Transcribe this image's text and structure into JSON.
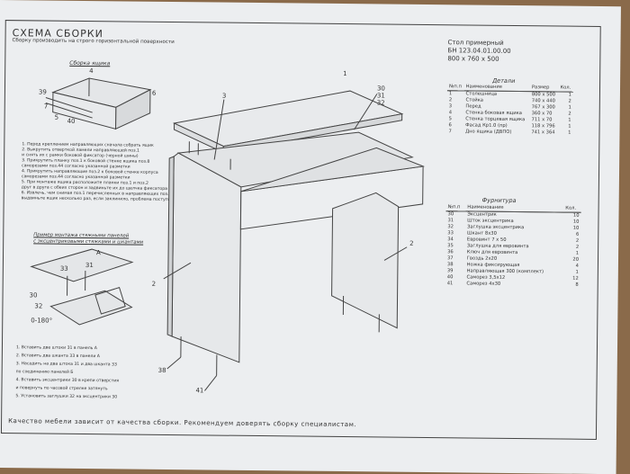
{
  "header": {
    "title": "СХЕМА СБОРКИ",
    "subtitle": "Сборку производить на строго горизонтальной поверхности",
    "product_name": "Стол примерный",
    "product_code": "БН 123.04.01.00.00",
    "product_size": "800 х 760 х 500"
  },
  "parts": {
    "caption": "Детали",
    "columns": [
      "№п.п",
      "Наименование",
      "Размер",
      "Кол."
    ],
    "rows": [
      [
        "1",
        "Столешница",
        "800 х 500",
        "1"
      ],
      [
        "2",
        "Стойка",
        "740 х 440",
        "2"
      ],
      [
        "3",
        "Перед",
        "767 х 300",
        "1"
      ],
      [
        "4",
        "Стенка боковая ящика",
        "360 х 70",
        "2"
      ],
      [
        "5",
        "Стенка торцевая ящика",
        "711 х 70",
        "1"
      ],
      [
        "6",
        "Фасад Кр1.0 (пр)",
        "118 х 796",
        "1"
      ],
      [
        "7",
        "Дно ящика (ДВПО)",
        "741 х 364",
        "1"
      ]
    ]
  },
  "fittings": {
    "caption": "Фурнитура",
    "columns": [
      "№п.п",
      "Наименование",
      "Кол."
    ],
    "rows": [
      [
        "30",
        "Эксцентрик",
        "10"
      ],
      [
        "31",
        "Шток эксцентрика",
        "10"
      ],
      [
        "32",
        "Заглушка эксцентрика",
        "10"
      ],
      [
        "33",
        "Шкант 8х30",
        "6"
      ],
      [
        "34",
        "Евровинт 7 х 50",
        "2"
      ],
      [
        "35",
        "Заглушка для евровинта",
        "2"
      ],
      [
        "36",
        "Ключ для евровинта",
        "1"
      ],
      [
        "37",
        "Гвоздь 2х20",
        "20"
      ],
      [
        "38",
        "Ножка фиксирующая",
        "4"
      ],
      [
        "39",
        "Направляющая 300 (комплект)",
        "1"
      ],
      [
        "40",
        "Саморез 3,5х12",
        "12"
      ],
      [
        "41",
        "Саморез 4х30",
        "8"
      ]
    ]
  },
  "drawer": {
    "caption": "Сборка ящика",
    "labels": [
      "39",
      "4",
      "6",
      "7",
      "5",
      "40"
    ]
  },
  "steps": [
    "1. Перед креплением направляющих сначала собрать ящик",
    "2. Выкрутить отверткой ламели направляющей поз.1",
    "   и снять их с рамки боковой фиксатор (черной шины)",
    "3. Прикрутить планку поз.1 к боковой стенке ящика поз.8",
    "   саморезами поз.44 согласно указанной разметки",
    "4. Прикрутить направляющие поз.2 к боковой стенке корпуса",
    "   саморезами поз.44 согласно указанной разметки",
    "5. При монтаже ящика расположите планки поз.1 и поз.2",
    "   друг в друга с обеих сторон и задвиньте их до щелчка фиксатора",
    "6. Извлечь, чем снимая поз.1 перечисленных в направляющих поз.2",
    "   выдвиньте ящик несколько раз, если заклинило, проблема поступает 5"
  ],
  "example": {
    "caption_line1": "Пример монтажа стяжными панелей",
    "caption_line2": "с эксцентриковыми стяжками и шкантами",
    "labels": [
      "А",
      "33",
      "31",
      "30",
      "32",
      "0-180°"
    ]
  },
  "bottom_steps": [
    "1. Вставить две штоки 31 в панель А",
    "2. Вставить два шканта 33 в панели А",
    "3. Насадить на два штока 31 и два шканта 33",
    "   по соединению панелей Б",
    "4. Вставить эксцентрики 30 в крепи отверстия",
    "   и повернуть по часовой стрелке затянуть",
    "5. Установить заглушки 32 на эксцентрики 30"
  ],
  "assembly_labels": [
    "1",
    "3",
    "30",
    "31",
    "32",
    "2",
    "2",
    "38",
    "41"
  ],
  "footer": "Качество мебели зависит от качества сборки. Рекомендуем доверять сборку специалистам."
}
